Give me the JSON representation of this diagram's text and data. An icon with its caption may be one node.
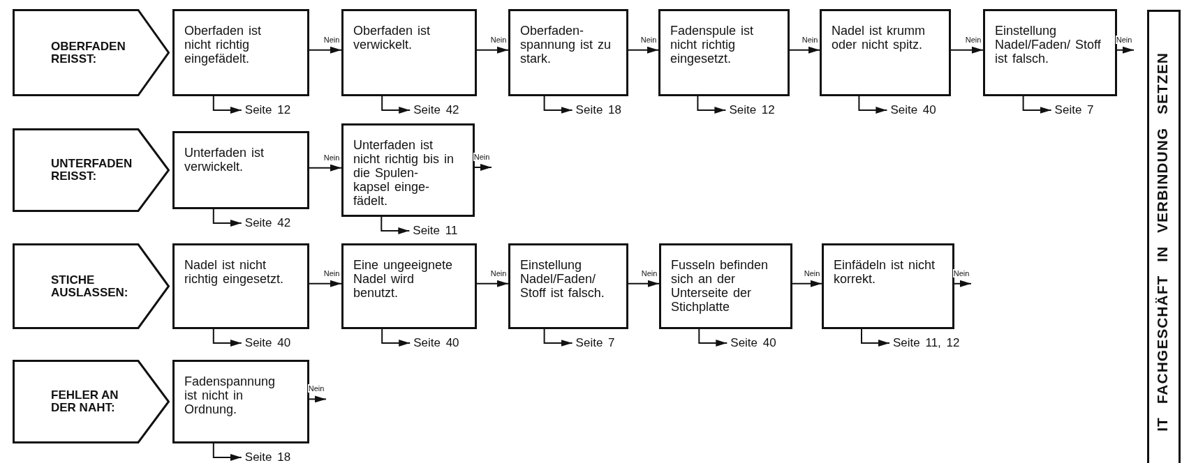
{
  "diagram": {
    "nodes": [
      {
        "text": [
          "OBERFADEN REISST:"
        ]
      },
      {
        "text": [
          "Oberfaden ist nicht richtig eingefädelt."
        ]
      },
      {
        "text": [
          "Oberfaden ist verwickelt."
        ]
      },
      {
        "text": [
          "Oberfaden- spannung ist zu stark."
        ]
      },
      {
        "text": [
          "Fadenspule ist nicht richtig eingesetzt."
        ]
      },
      {
        "text": [
          "Nadel ist krumm oder nicht spitz."
        ]
      },
      {
        "text": [
          "Einstellung Nadel/Faden/ Stoff ist falsch."
        ]
      },
      {
        "text": [
          "Seite 12"
        ]
      },
      {
        "text": [
          "Seite 42"
        ]
      },
      {
        "text": [
          "Seite 18"
        ]
      },
      {
        "text": [
          "Seite 12"
        ]
      },
      {
        "text": [
          "Seite 40"
        ]
      },
      {
        "text": [
          "Seite 7"
        ]
      },
      {
        "text": [
          "UNTERFADEN REISST:"
        ]
      },
      {
        "text": [
          "Unterfaden ist verwickelt."
        ]
      },
      {
        "text": [
          "Unterfaden ist nicht richtig bis in die Spulen- kapsel einge- fädelt."
        ]
      },
      {
        "text": [
          "Seite 42"
        ]
      },
      {
        "text": [
          "Seite 11"
        ]
      },
      {
        "text": [
          "STICHE AUSLASSEN:"
        ]
      },
      {
        "text": [
          "Nadel ist nicht richtig eingesetzt."
        ]
      },
      {
        "text": [
          "Eine ungeeignete Nadel wird benutzt."
        ]
      },
      {
        "text": [
          "Einstellung Nadel/Faden/ Stoff ist falsch."
        ]
      },
      {
        "text": [
          "Fusseln befinden sich an der Unterseite der Stichplatte"
        ]
      },
      {
        "text": [
          "Einfädeln ist nicht korrekt."
        ]
      },
      {
        "text": [
          "Seite 40"
        ]
      },
      {
        "text": [
          "Seite 40"
        ]
      },
      {
        "text": [
          "Seite 7"
        ]
      },
      {
        "text": [
          "Seite 40"
        ]
      },
      {
        "text": [
          "Seite 11, 12"
        ]
      },
      {
        "text": [
          "FEHLER AN DER NAHT:"
        ]
      },
      {
        "text": [
          "Fadenspannung ist nicht in Ordnung."
        ]
      },
      {
        "text": [
          "Seite 18"
        ]
      },
      {
        "text": [
          "IT FACHGESCHÄFT IN VERBINDUNG SETZEN"
        ]
      }
    ],
    "edges": [
      {
        "from": 1,
        "to": 2,
        "arrow": "to",
        "label": "Nein"
      },
      {
        "from": 2,
        "to": 3,
        "arrow": "to",
        "label": "Nein"
      },
      {
        "from": 3,
        "to": 4,
        "arrow": "to",
        "label": "Nein"
      },
      {
        "from": 4,
        "to": 5,
        "arrow": "to",
        "label": "Nein"
      },
      {
        "from": 5,
        "to": 6,
        "arrow": "to",
        "label": "Nein"
      },
      {
        "from": 6,
        "to": null,
        "arrow": "to",
        "label": "Nein"
      },
      {
        "from": 1,
        "to": 7,
        "arrow": "to"
      },
      {
        "from": 2,
        "to": 8,
        "arrow": "to"
      },
      {
        "from": 3,
        "to": 9,
        "arrow": "to"
      },
      {
        "from": 4,
        "to": 10,
        "arrow": "to"
      },
      {
        "from": 5,
        "to": 11,
        "arrow": "to"
      },
      {
        "from": 6,
        "to": 12,
        "arrow": "to"
      },
      {
        "from": 14,
        "to": 15,
        "arrow": "to",
        "label": "Nein"
      },
      {
        "from": 15,
        "to": null,
        "arrow": "to",
        "label": "Nein"
      },
      {
        "from": 14,
        "to": 16,
        "arrow": "to"
      },
      {
        "from": 15,
        "to": 17,
        "arrow": "to"
      },
      {
        "from": 19,
        "to": 20,
        "arrow": "to",
        "label": "Nein"
      },
      {
        "from": 20,
        "to": 21,
        "arrow": "to",
        "label": "Nein"
      },
      {
        "from": 21,
        "to": 22,
        "arrow": "to",
        "label": "Nein"
      },
      {
        "from": 22,
        "to": 23,
        "arrow": "to",
        "label": "Nein"
      },
      {
        "from": 23,
        "to": null,
        "arrow": "to",
        "label": "Nein"
      },
      {
        "from": 19,
        "to": 24,
        "arrow": "to"
      },
      {
        "from": 20,
        "to": 25,
        "arrow": "to"
      },
      {
        "from": 21,
        "to": 26,
        "arrow": "to"
      },
      {
        "from": 22,
        "to": 27,
        "arrow": "to"
      },
      {
        "from": 23,
        "to": 28,
        "arrow": "to"
      },
      {
        "from": 30,
        "to": null,
        "arrow": "to",
        "label": "Nein"
      },
      {
        "from": 30,
        "to": 31,
        "arrow": "to"
      }
    ]
  }
}
